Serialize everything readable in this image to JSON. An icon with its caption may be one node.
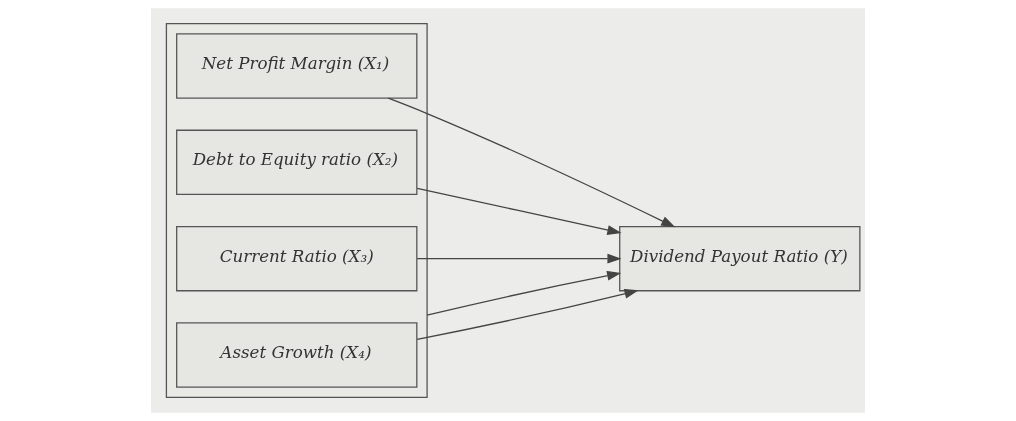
{
  "diagram": {
    "nodes": [
      {
        "text": [],
        "shape": "box"
      },
      {
        "text": [
          "Net Profit Margin (X₁)"
        ],
        "in": 0
      },
      {
        "text": [
          "Debt to Equity ratio (X₂)"
        ],
        "in": 0
      },
      {
        "text": [
          "Current Ratio (X₃)"
        ],
        "in": 0
      },
      {
        "text": [
          "Asset Growth (X₄)"
        ],
        "in": 0
      },
      {
        "text": [
          "Dividend Payout Ratio (Y)"
        ]
      }
    ],
    "edges": [
      {
        "from": 1,
        "to": 5,
        "arrow": "to"
      },
      {
        "from": 2,
        "to": 5,
        "arrow": "to"
      },
      {
        "from": 3,
        "to": 5,
        "arrow": "to"
      },
      {
        "from": 4,
        "to": 5,
        "arrow": "to"
      },
      {
        "from": 0,
        "to": 5,
        "arrow": "to"
      }
    ]
  }
}
